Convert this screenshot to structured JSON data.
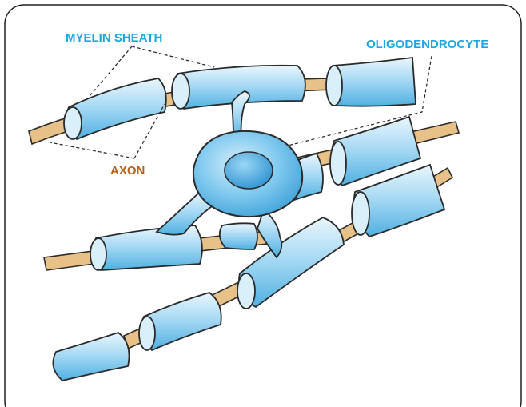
{
  "labels": {
    "myelin_sheath": "MYELIN SHEATH",
    "oligodendrocyte": "OLIGODENDROCYTE",
    "axon": "AXON"
  },
  "colors": {
    "label_blue": "#1aa7e0",
    "label_brown": "#b5621e",
    "axon_fill": "#e7c187",
    "myelin_light": "#dff1fb",
    "myelin_mid": "#9fd4f1",
    "myelin_dark": "#57b3e3",
    "outline": "#2a2a2a",
    "frame": "#222222"
  }
}
